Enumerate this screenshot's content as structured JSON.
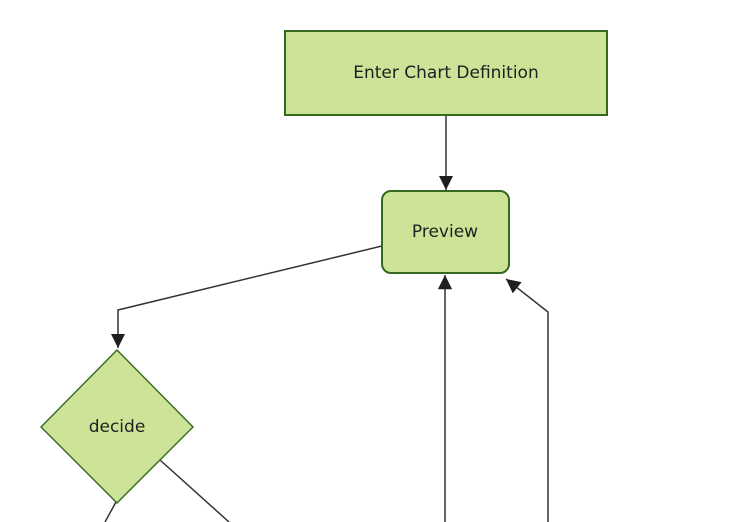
{
  "diagram": {
    "type": "flowchart",
    "orientation": "top-down",
    "background": "#ffffff",
    "colors": {
      "node_fill": "#cde498",
      "node_border": "#33691e",
      "edge_line": "#333333",
      "arrowhead": "#1f1f1f",
      "label_text": "#1f1f1f"
    },
    "nodes": [
      {
        "id": "enter-chart-definition",
        "label": "Enter Chart Definition",
        "shape": "rectangle"
      },
      {
        "id": "preview",
        "label": "Preview",
        "shape": "rounded-rectangle"
      },
      {
        "id": "decide",
        "label": "decide",
        "shape": "diamond"
      }
    ],
    "edges": [
      {
        "from": "enter-chart-definition",
        "to": "preview",
        "arrowhead_visible": true
      },
      {
        "from": "preview",
        "to": "decide",
        "arrowhead_visible": true
      },
      {
        "from": "offscreen-bottom-center",
        "to": "preview",
        "arrowhead_visible": true
      },
      {
        "from": "offscreen-bottom-right",
        "to": "preview",
        "arrowhead_visible": true
      },
      {
        "from": "decide",
        "to": "offscreen-bottom-left",
        "arrowhead_visible": false
      },
      {
        "from": "decide",
        "to": "offscreen-bottom-right",
        "arrowhead_visible": false
      }
    ]
  }
}
